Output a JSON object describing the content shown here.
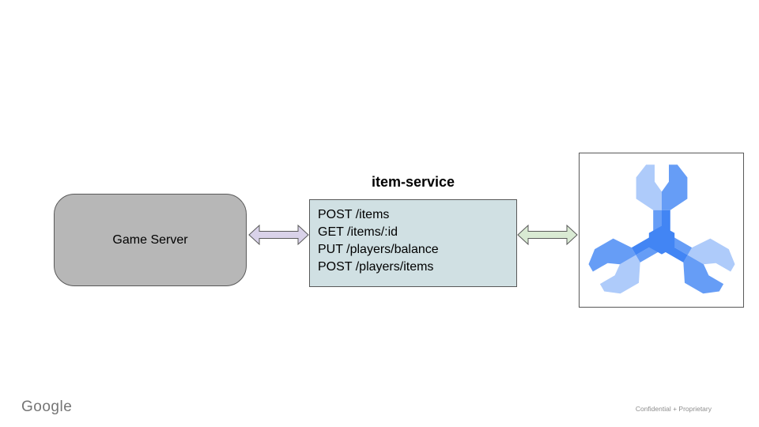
{
  "slide": {
    "background": "#ffffff",
    "footer": {
      "brand": "Google",
      "brand_color": "#757575",
      "note": "Confidential + Proprietary",
      "note_color": "#8e8e8e"
    }
  },
  "diagram": {
    "game_server": {
      "label": "Game Server",
      "fill": "#b7b7b7",
      "border": "#595959"
    },
    "item_service": {
      "title": "item-service",
      "fill": "#d0e0e3",
      "border": "#595959",
      "endpoints": [
        "POST /items",
        "GET /items/:id",
        "PUT /players/balance",
        "POST /players/items"
      ]
    },
    "arrow_left": {
      "direction": "bidirectional",
      "fill": "#d9d2e9",
      "stroke": "#595959"
    },
    "arrow_right": {
      "direction": "bidirectional",
      "fill": "#d9ead3",
      "stroke": "#595959"
    },
    "spanner": {
      "icon": "cloud-spanner-icon",
      "border": "#595959",
      "colors": {
        "light": "#aecbfa",
        "medium": "#669df6",
        "dark": "#4285f4"
      }
    }
  }
}
